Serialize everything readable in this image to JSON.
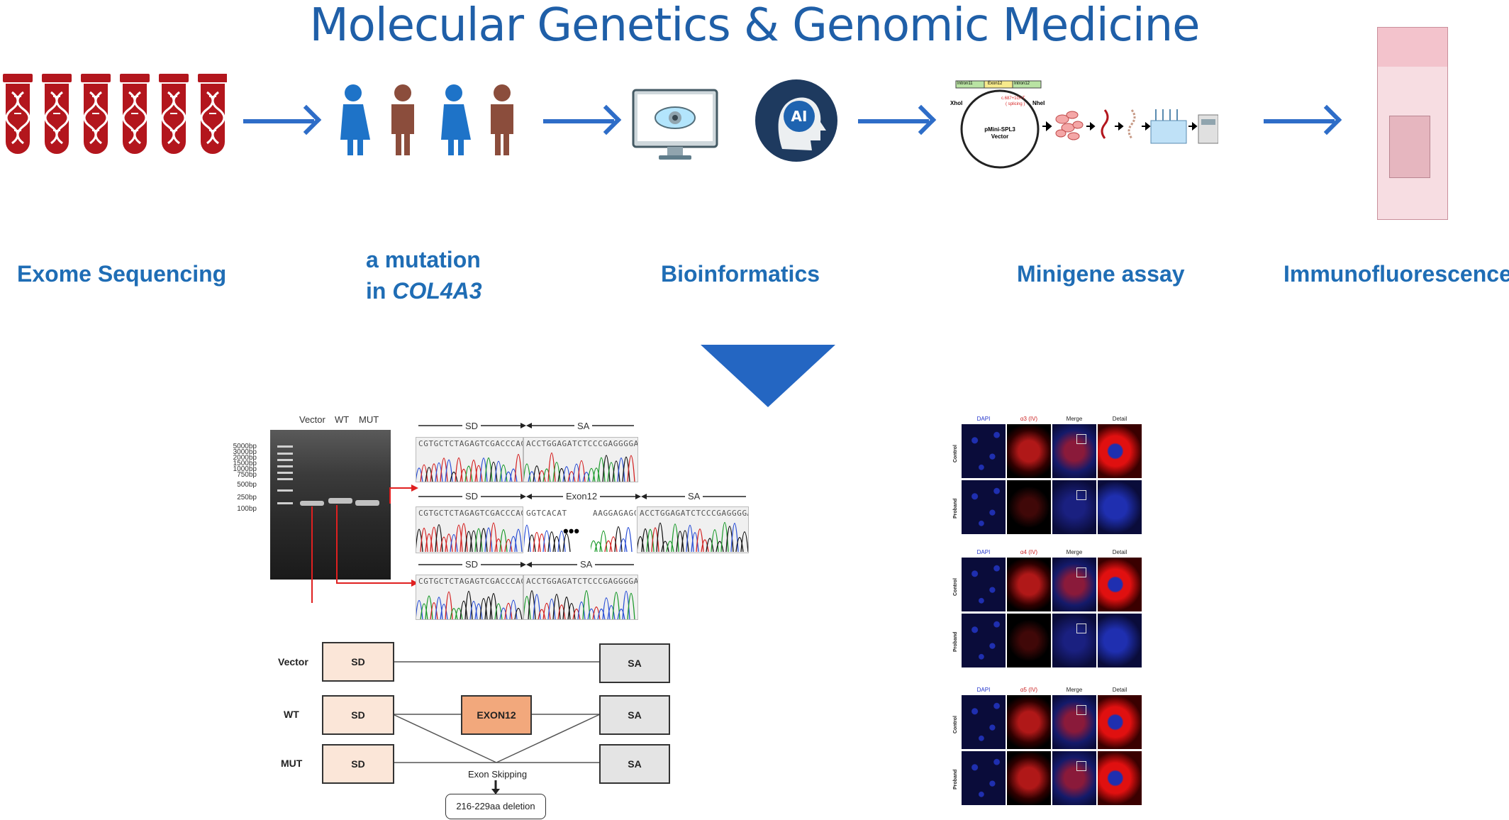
{
  "title": "Molecular Genetics & Genomic Medicine",
  "steps": {
    "s1": "Exome Sequencing",
    "s2_line1": "a mutation",
    "s2_line2_prefix": "in ",
    "s2_gene": "COL4A3",
    "s3": "Bioinformatics",
    "s4": "Minigene assay",
    "s5": "Immunofluorescence"
  },
  "icons": {
    "tubes": "dna-tube-icon",
    "people": "family-icon",
    "monitor": "monitor-eye-icon",
    "ai": "ai-head-icon",
    "plasmid": "plasmid-vector-icon"
  },
  "colors": {
    "title": "#1f5fa8",
    "label": "#1f6db5",
    "tube": "#b3161d",
    "arrow": "#2e6dc8",
    "female": "#1e73c8",
    "male": "#8b4d3c"
  },
  "plasmid": {
    "intron11": "Intron11",
    "exon12": "Exon12",
    "intron12": "Intron12",
    "xhoi": "XhoI",
    "nhei": "NheI",
    "mutation": "c.687+1G>T",
    "splicing": "( splicing )",
    "vector_line1": "pMini-SPL3",
    "vector_line2": "Vector"
  },
  "gel": {
    "lanes": [
      "Vector",
      "WT",
      "MUT"
    ],
    "markers": [
      "5000bp",
      "3000bp",
      "2000bp",
      "1500bp",
      "1000bp",
      "750bp",
      "500bp",
      "250bp",
      "100bp"
    ]
  },
  "sequences": {
    "row1": {
      "sd": "SD",
      "sa": "SA",
      "seq1": "CGTGCTCTAGAGTCGACCCAGC",
      "seq2": "ACCTGGAGATCTCCCGAGGGGAC"
    },
    "row2": {
      "sd": "SD",
      "exon": "Exon12",
      "sa": "SA",
      "seq1": "CGTGCTCTAGAGTCGACCCAGC",
      "seq2": "GGTCACAT",
      "dots": "•••",
      "seq3": "AAGGAGAGCGG",
      "seq4": "ACCTGGAGATCTCCCGAGGGGAC"
    },
    "row3": {
      "sd": "SD",
      "sa": "SA",
      "seq1": "CGTGCTCTAGAGTCGACCCAGC",
      "seq2": "ACCTGGAGATCTCCCGAGGGGAC"
    }
  },
  "splice": {
    "rows": [
      "Vector",
      "WT",
      "MUT"
    ],
    "sd": "SD",
    "sa": "SA",
    "exon": "EXON12",
    "skipping": "Exon Skipping",
    "deletion": "216-229aa deletion"
  },
  "if_panels": [
    {
      "headers": [
        "DAPI",
        "α3 (IV)",
        "Merge",
        "Detail"
      ],
      "rows": [
        "Control",
        "Proband"
      ]
    },
    {
      "headers": [
        "DAPI",
        "α4 (IV)",
        "Merge",
        "Detail"
      ],
      "rows": [
        "Control",
        "Proband"
      ]
    },
    {
      "headers": [
        "DAPI",
        "α5 (IV)",
        "Merge",
        "Detail"
      ],
      "rows": [
        "Control",
        "Proband"
      ]
    }
  ]
}
